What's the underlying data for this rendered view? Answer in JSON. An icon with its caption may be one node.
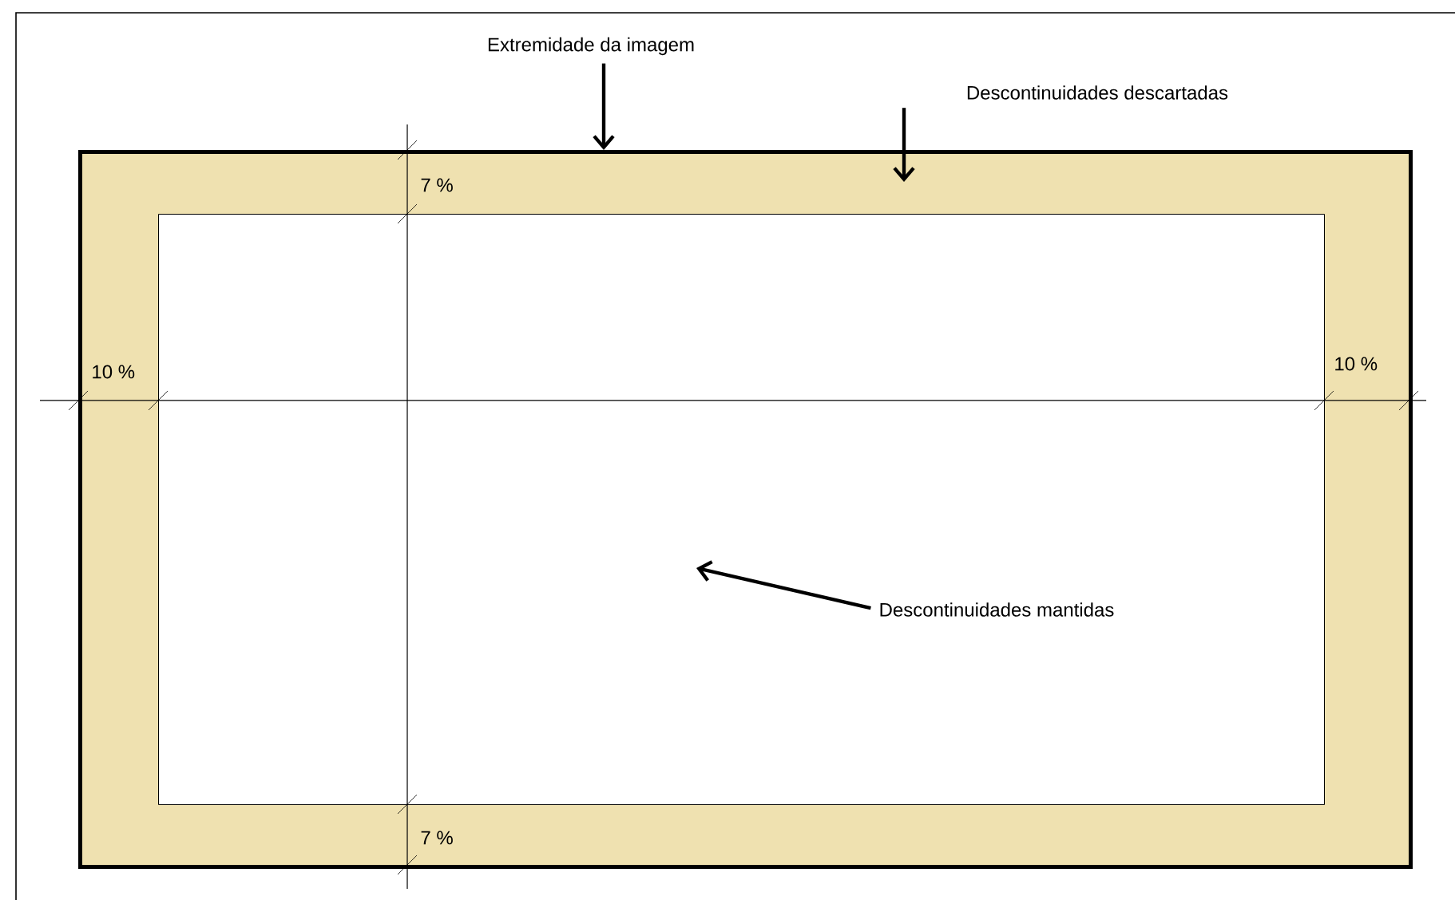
{
  "diagram": {
    "nodes": [
      {
        "text": [
          "Extremidade da imagem"
        ]
      },
      {
        "text": [
          "Descontinuidades descartadas"
        ]
      },
      {
        "text": [],
        "shape": "box"
      },
      {
        "text": [],
        "shape": "box",
        "in": 2
      },
      {
        "text": [
          "Descontinuidades mantidas"
        ],
        "in": 3
      }
    ],
    "edges": [
      {
        "from": 0,
        "to": 2,
        "arrow": "to"
      },
      {
        "from": 1,
        "to": 2,
        "arrow": "to"
      },
      {
        "from": 4,
        "to": null,
        "arrow": "to"
      }
    ],
    "labels": [
      "7 %",
      "10 %",
      "10 %",
      "7 %"
    ]
  }
}
